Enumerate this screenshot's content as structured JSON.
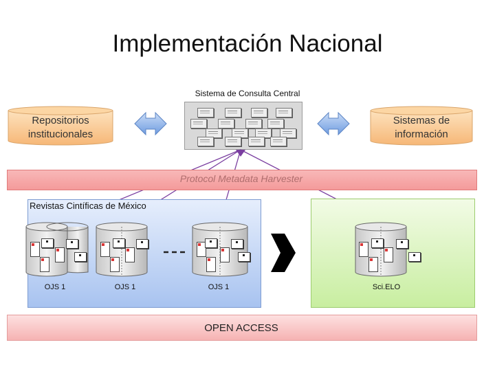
{
  "title": "Implementación Nacional",
  "central": {
    "label": "Sistema de Consulta Central"
  },
  "left_cylinder": {
    "line1": "Repositorios",
    "line2": "institucionales"
  },
  "right_cylinder": {
    "line1": "Sistemas de",
    "line2": "información"
  },
  "protocol": {
    "label": "Protocol Metadata Harvester"
  },
  "revistas": {
    "label": "Revistas Cintíficas de México",
    "repos": [
      {
        "label": "OJS 1"
      },
      {
        "label": "OJS 1"
      },
      {
        "label": "OJS 1"
      }
    ]
  },
  "scielo": {
    "label": "Sci.ELO"
  },
  "open_access": {
    "label": "OPEN ACCESS"
  },
  "colors": {
    "arrow_blue": "#7fa7e6",
    "connector_purple": "#7a3ea0",
    "cylinder_orange": "#f9c88a"
  },
  "icons": [
    "double-arrow-icon",
    "block-arrow-icon",
    "pdf-document-icon"
  ]
}
